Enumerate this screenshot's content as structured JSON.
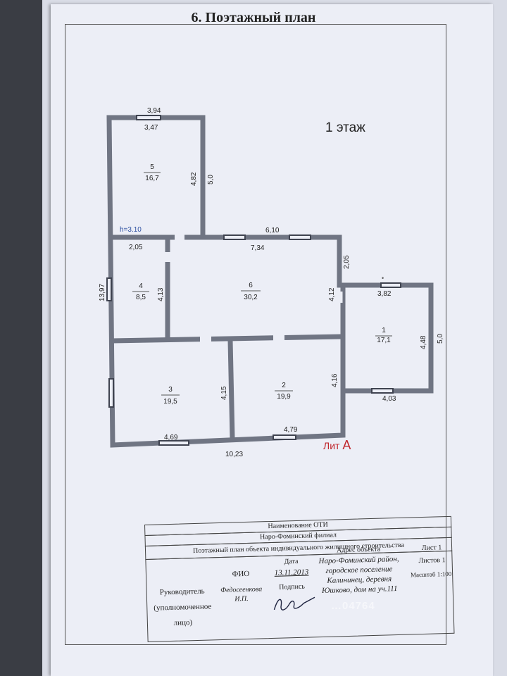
{
  "title": "6. Поэтажный план",
  "floor": "1 этаж",
  "height_label": "h=3.10",
  "lit": {
    "prefix": "Лит",
    "letter": "А"
  },
  "rooms": [
    {
      "number": "5",
      "area": "16,7"
    },
    {
      "number": "4",
      "area": "8,5"
    },
    {
      "number": "6",
      "area": "30,2"
    },
    {
      "number": "1",
      "area": "17,1"
    },
    {
      "number": "3",
      "area": "19,5"
    },
    {
      "number": "2",
      "area": "19,9"
    }
  ],
  "dimensions": {
    "room5_top_outer": "3,94",
    "room5_top_inner": "3,47",
    "room5_height": "4,82",
    "room5_outer": "5,0",
    "room4_width": "2,05",
    "room4_height": "4,13",
    "left_total": "13,97",
    "room6_outer": "6,10",
    "room6_inner": "7,34",
    "room6_height": "4,12",
    "step": "2,05",
    "room1_top": "3,82",
    "room1_height": "4,48",
    "room1_outer": "5,0",
    "room1_bottom": "4,03",
    "room3_height": "4,15",
    "room3_bottom": "4,69",
    "room2_height": "4,16",
    "room2_bottom": "4,79",
    "bottom_total": "10,23"
  },
  "stamp": {
    "oti": "Наименование ОТИ",
    "branch": "Наро-Фоминский филиал",
    "plan_name": "Поэтажный план объекта индивидуального жилищного строительства",
    "role": "Руководитель (уполномоченное лицо)",
    "fio_label": "ФИО",
    "fio_value": "Федосеенкова И.П.",
    "date_label": "Дата",
    "date_value": "13.11.2013",
    "sign_label": "Подпись",
    "address_label": "Адрес объекта",
    "address_value": "Наро-Фоминский район, городское поселение Калининец, деревня Юшково, дом на уч.111",
    "sheet": "Лист 1",
    "sheets": "Листов 1",
    "scale": "Масштаб 1:100"
  },
  "watermark": "…04764",
  "colors": {
    "wall": "#707583",
    "window": "#3f4350",
    "lit": "#c0272d",
    "height_label": "#2c4fa0"
  }
}
